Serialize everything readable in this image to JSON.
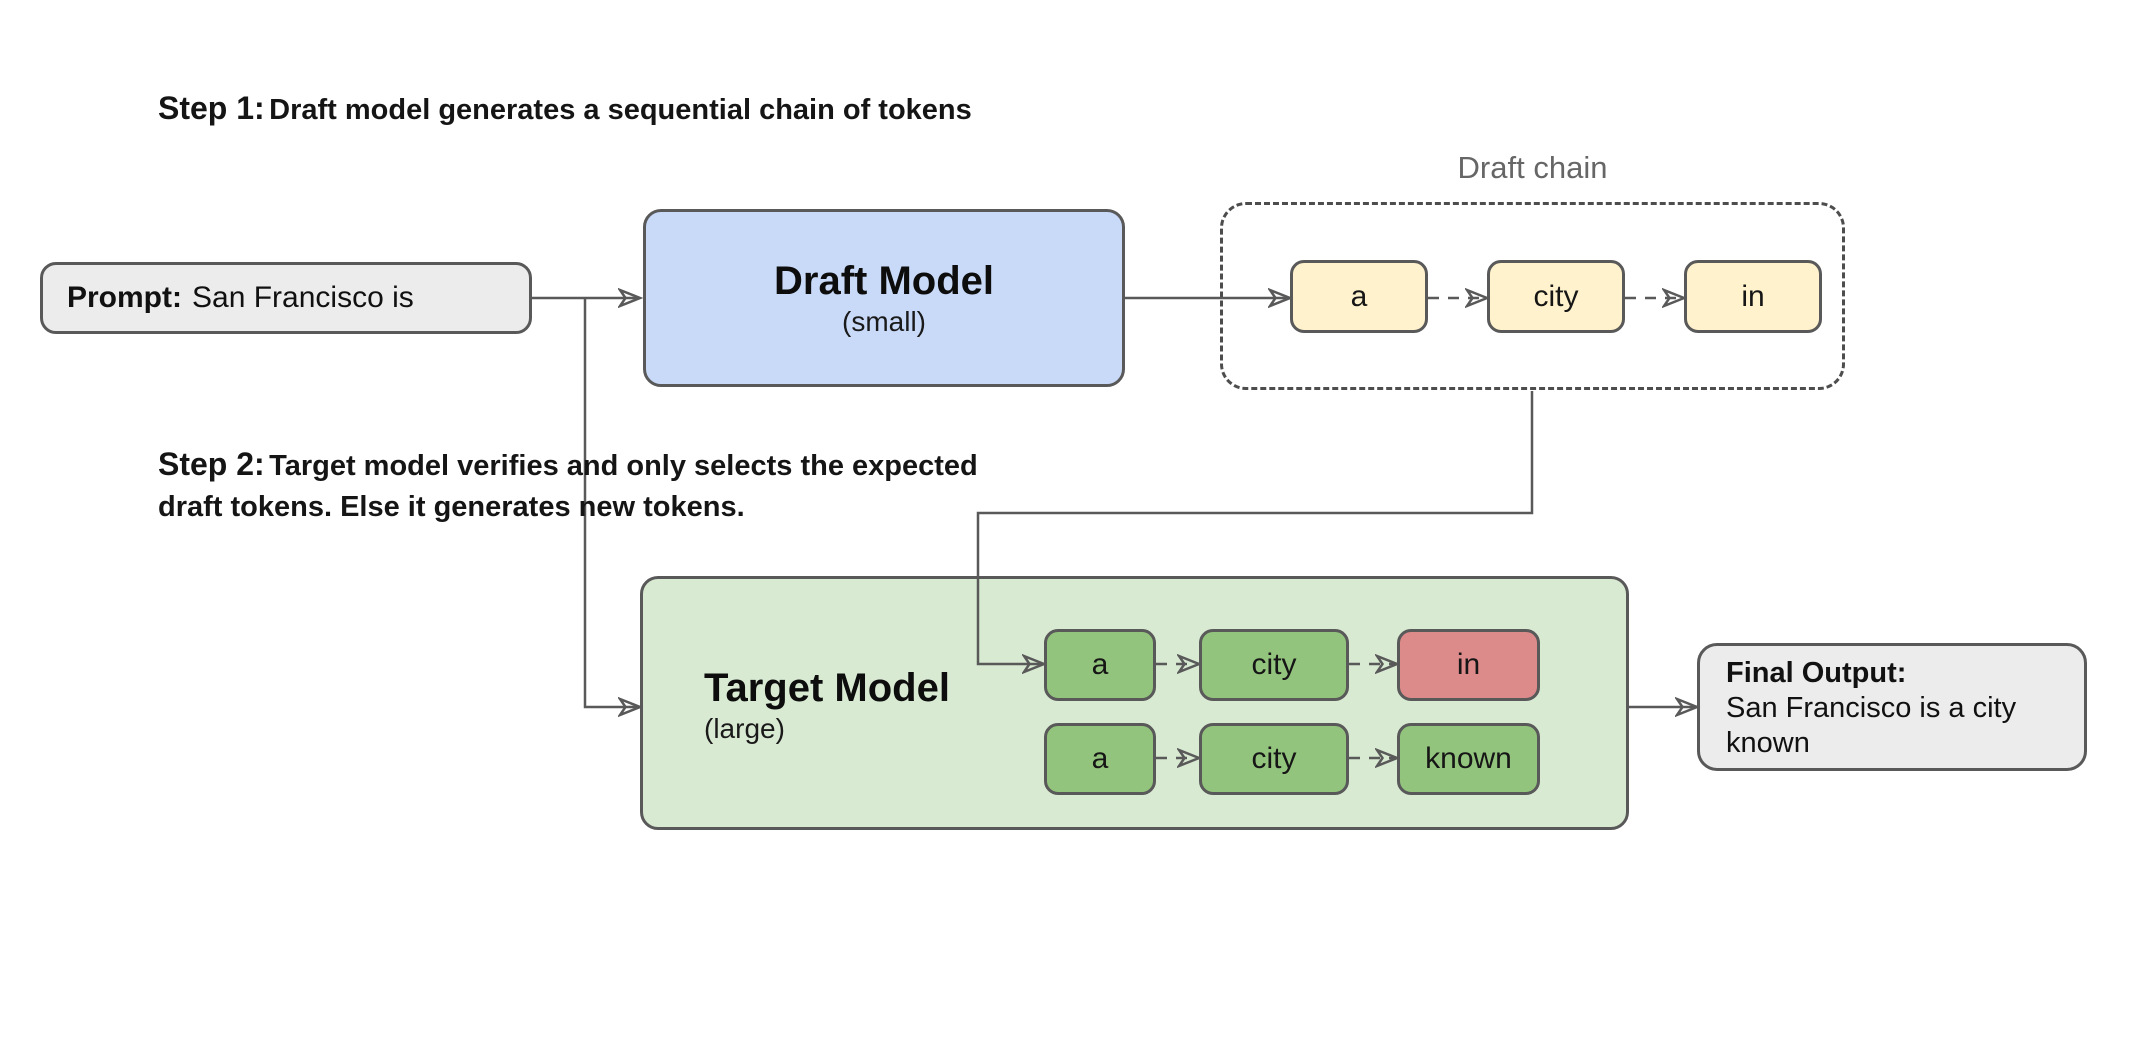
{
  "colors": {
    "line": "#595959",
    "box_border": "#595959",
    "gray_fill": "#ececec",
    "blue_fill": "#c9daf8",
    "yellow_fill": "#fff2cc",
    "green_container_fill": "#d9ead3",
    "green_token_fill": "#93c47d",
    "red_token_fill": "#dd8a8a",
    "muted_label": "#666666"
  },
  "steps": {
    "step1": {
      "prefix": "Step 1:",
      "text": "Draft model generates a sequential chain of tokens"
    },
    "step2": {
      "prefix": "Step 2:",
      "text": "Target model verifies and only selects the expected draft tokens. Else it generates new tokens."
    }
  },
  "prompt": {
    "label": "Prompt:",
    "text": "San Francisco is"
  },
  "draft_model": {
    "title": "Draft Model",
    "subtitle": "(small)"
  },
  "draft_chain": {
    "label": "Draft chain",
    "tokens": [
      {
        "label": "a",
        "color": "#fff2cc"
      },
      {
        "label": "city",
        "color": "#fff2cc"
      },
      {
        "label": "in",
        "color": "#fff2cc"
      }
    ]
  },
  "target_model": {
    "title": "Target Model",
    "subtitle": "(large)",
    "rows": [
      {
        "tokens": [
          {
            "label": "a",
            "color": "#93c47d"
          },
          {
            "label": "city",
            "color": "#93c47d"
          },
          {
            "label": "in",
            "color": "#dd8a8a"
          }
        ]
      },
      {
        "tokens": [
          {
            "label": "a",
            "color": "#93c47d"
          },
          {
            "label": "city",
            "color": "#93c47d"
          },
          {
            "label": "known",
            "color": "#93c47d"
          }
        ]
      }
    ]
  },
  "final_output": {
    "label": "Final Output:",
    "text": "San Francisco is a city known"
  }
}
